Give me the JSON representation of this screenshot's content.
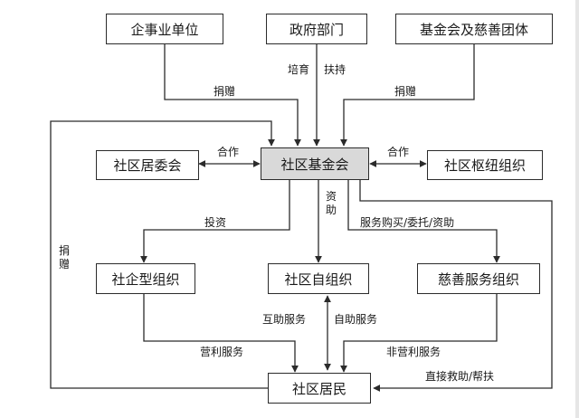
{
  "nodes": {
    "enterprise": "企事业单位",
    "government": "政府部门",
    "foundations": "基金会及慈善团体",
    "committee": "社区居委会",
    "cf": "社区基金会",
    "hub": "社区枢纽组织",
    "social_enterprise": "社企型组织",
    "self_org": "社区自组织",
    "charity_service": "慈善服务组织",
    "residents": "社区居民"
  },
  "labels": {
    "donate_enterprise": "捐赠",
    "cultivate": "培育",
    "support": "扶持",
    "donate_foundations": "捐赠",
    "coop_left": "合作",
    "coop_right": "合作",
    "invest": "投资",
    "fund": "资助",
    "service_purchase": "服务购买/委托/资助",
    "donate_residents": "捐赠",
    "mutual_aid": "互助服务",
    "self_service": "自助服务",
    "profit_service": "营利服务",
    "nonprofit_service": "非营利服务",
    "direct_aid": "直接救助/帮扶"
  },
  "colors": {
    "line": "#2b2b2b",
    "center_fill": "#d9d9d9"
  }
}
